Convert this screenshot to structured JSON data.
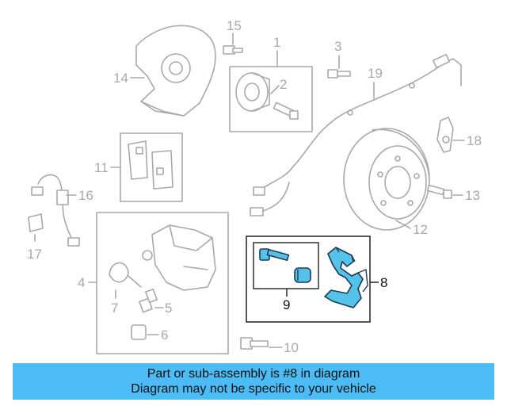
{
  "callouts": {
    "c1": "1",
    "c2": "2",
    "c3": "3",
    "c4": "4",
    "c5": "5",
    "c6": "6",
    "c7": "7",
    "c8": "8",
    "c9": "9",
    "c10": "10",
    "c11": "11",
    "c12": "12",
    "c13": "13",
    "c14": "14",
    "c15": "15",
    "c16": "16",
    "c17": "17",
    "c18": "18",
    "c19": "19"
  },
  "highlighted_part": "8",
  "colors": {
    "highlight": "#55c3e9",
    "banner": "#4dbbf5",
    "line_art": "#a9a9a9"
  },
  "banner": {
    "line1": "Part or sub-assembly is #8 in diagram",
    "line2": "Diagram may not be specific to your vehicle"
  }
}
